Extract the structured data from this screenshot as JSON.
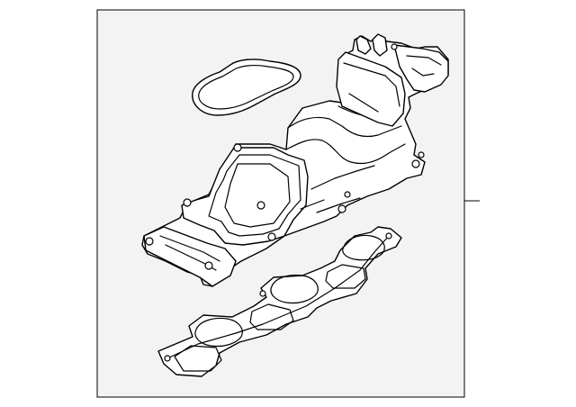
{
  "diagram": {
    "kind": "exploded-parts-view",
    "colors": {
      "background": "#ffffff",
      "frame_fill": "#f3f3f3",
      "line": "#000000",
      "part_fill": "#ffffff"
    },
    "parts": [
      {
        "name": "intake-manifold"
      },
      {
        "name": "throttle-body-gasket"
      },
      {
        "name": "intake-manifold-gasket"
      }
    ],
    "callout": {
      "label": ""
    }
  }
}
